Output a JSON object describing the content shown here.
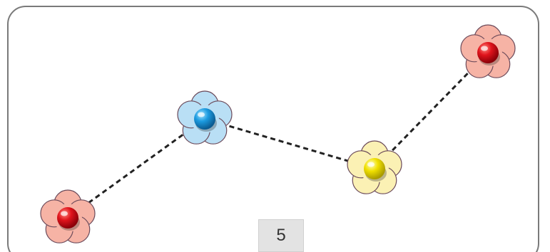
{
  "page_number": "5",
  "flowers": [
    {
      "id": "flower-1",
      "petal_color": "#f6b3a5",
      "center_color": "#e0141c"
    },
    {
      "id": "flower-2",
      "petal_color": "#b9dff5",
      "center_color": "#1c9be0"
    },
    {
      "id": "flower-3",
      "petal_color": "#fbf1b4",
      "center_color": "#f0e000"
    },
    {
      "id": "flower-4",
      "petal_color": "#f6b3a5",
      "center_color": "#e0141c"
    }
  ],
  "connector": {
    "style": "dashed",
    "color": "#222222"
  }
}
